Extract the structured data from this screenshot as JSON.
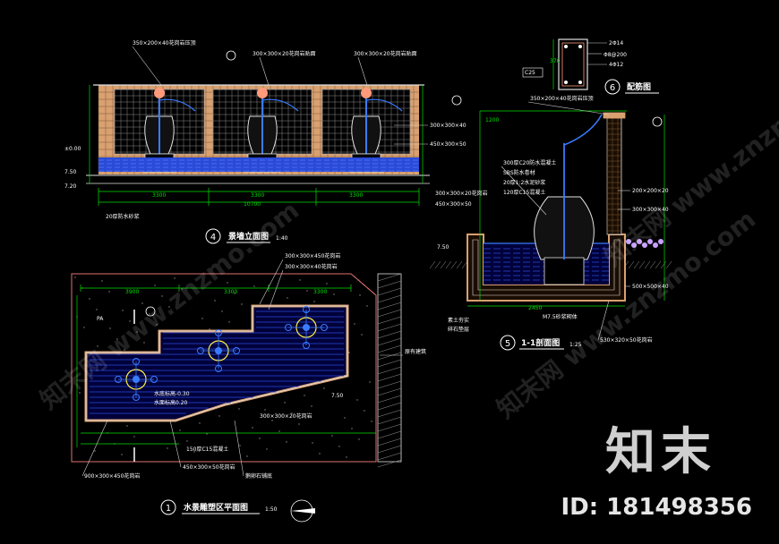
{
  "colors": {
    "background": "#000000",
    "wall": "#d9a070",
    "grid": "#b0b0b0",
    "water": "#2a4bd8",
    "dim": "#00e000",
    "label": "#ffffff",
    "leader": "#d0d0d0",
    "lamp": "#ff9a7a",
    "fountain": "#3a7bff",
    "plant": "#c8a0ff",
    "outline": "#e0e0e0"
  },
  "views": {
    "elevation": {
      "number": "4",
      "title": "景墙立面图",
      "scale": "1:40"
    },
    "plan": {
      "number": "1",
      "title": "水景雕塑区平面图",
      "scale": "1:50"
    },
    "section": {
      "number": "5",
      "title": "1-1剖面图",
      "scale": "1:25"
    },
    "detail": {
      "number": "6",
      "title": "配筋图"
    }
  },
  "elevation_labels": {
    "top_left": "350×200×40花岗岩压顶",
    "top_mid": "300×300×20花岗岩贴面",
    "top_right": "300×300×20花岗岩贴面",
    "right_1": "300×300×40",
    "right_2": "450×300×50",
    "bottom": "20厚防水砂浆",
    "dim_total": "10700",
    "dim_seg1": "3300",
    "dim_seg2": "3300",
    "dim_seg3": "3300",
    "level_1": "±0.00",
    "level_2": "7.50",
    "level_3": "7.20"
  },
  "plan_labels": {
    "top_1": "300×300×450花岗岩",
    "top_2": "300×300×40花岗岩",
    "dim_a": "3900",
    "dim_b": "3300",
    "dim_c": "3300",
    "mark": "PA",
    "level_1": "水底标高-0.30",
    "level_2": "水面标高0.20",
    "bottom_1": "900×300×450花岗岩",
    "bottom_2": "450×300×50花岗岩",
    "bottom_3": "150厚C15混凝土",
    "bottom_4": "鹅卵石铺底",
    "center": "300×300×20花岗岩",
    "right": "7.50",
    "edge": "原有建筑"
  },
  "section_labels": {
    "top": "350×200×40花岗岩压顶",
    "right_1": "200×200×20",
    "right_2": "300×300×40",
    "right_3": "500×500×40",
    "left_1": "300×300×20花岗岩",
    "left_2": "450×300×50",
    "inner_1": "300厚C20防水混凝土",
    "inner_2": "SBS防水卷材",
    "inner_3": "20厚1:2水泥砂浆",
    "inner_4": "120厚C15混凝土",
    "bottom_1": "素土夯实",
    "bottom_2": "碎石垫层",
    "bottom_3": "M7.5砂浆砌体",
    "bottom_4": "530×320×50花岗岩",
    "dim_w": "2450",
    "dim_h": "1200",
    "level": "7.50"
  },
  "detail_labels": {
    "r1": "2Φ14",
    "r2": "Φ8@200",
    "r3": "4Φ12",
    "dim": "370",
    "tag": "C25"
  },
  "watermark": {
    "brand": "知末",
    "id": "ID: 181498356",
    "diag1": "知末网 www.znzmo.com",
    "diag2": "知末网 www.znzmo.com",
    "diag3": "知末网 www.znzmo.com"
  }
}
